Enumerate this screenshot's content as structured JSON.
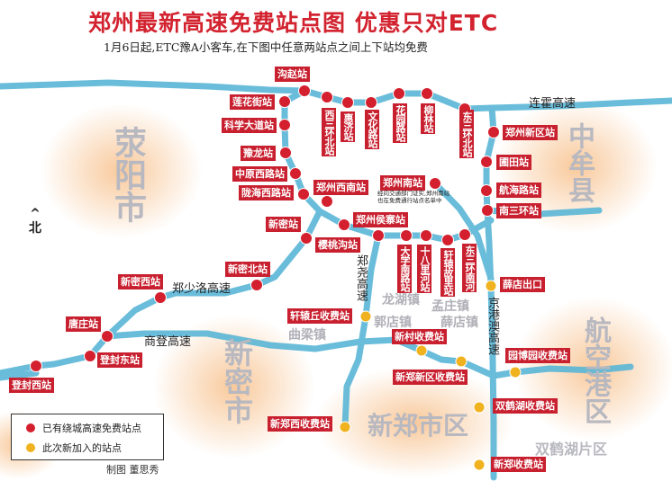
{
  "header": {
    "title": "郑州最新高速免费站点图  优惠只对ETC",
    "subtitle": "1月6日起,ETC豫A小客车,在下图中任意两站点之间上下站均免费"
  },
  "colors": {
    "title": "#d2232f",
    "station_label": "#c8202f",
    "existing_dot": "#d4202e",
    "new_dot": "#f0b21e",
    "road": "#5ab6d6",
    "region_text": "#b8b8c0"
  },
  "north": {
    "arrow": "^",
    "label": "北"
  },
  "stations_existing": [
    {
      "name": "沟赵站"
    },
    {
      "name": "莲花街站"
    },
    {
      "name": "科学大道站"
    },
    {
      "name": "豫龙站"
    },
    {
      "name": "中原西路站"
    },
    {
      "name": "陇海西路站"
    },
    {
      "name": "郑州西南站"
    },
    {
      "name": "新密站"
    },
    {
      "name": "樱桃沟站"
    },
    {
      "name": "郑州侯寨站"
    },
    {
      "name": "郑州南站"
    },
    {
      "name": "西三环北站"
    },
    {
      "name": "惠济站"
    },
    {
      "name": "文化路站"
    },
    {
      "name": "花园路站"
    },
    {
      "name": "柳林站"
    },
    {
      "name": "东三环北站"
    },
    {
      "name": "郑州新区站"
    },
    {
      "name": "圃田站"
    },
    {
      "name": "航海路站"
    },
    {
      "name": "南三环站"
    },
    {
      "name": "大学南路站"
    },
    {
      "name": "十八里河站"
    },
    {
      "name": "轩辕故里站"
    },
    {
      "name": "东三环南河"
    },
    {
      "name": "新密北站"
    },
    {
      "name": "新密西站"
    },
    {
      "name": "唐庄站"
    },
    {
      "name": "登封东站"
    },
    {
      "name": "登封西站"
    }
  ],
  "stations_new": [
    {
      "name": "薛店出口"
    },
    {
      "name": "轩辕丘收费站"
    },
    {
      "name": "新村收费站"
    },
    {
      "name": "新郑新区收费站"
    },
    {
      "name": "园博园收费站"
    },
    {
      "name": "双鹤湖收费站"
    },
    {
      "name": "新郑西收费站"
    },
    {
      "name": "新郑收费站"
    }
  ],
  "note": "经向交通部门证实,郑州南站也在免费通行站点名单中",
  "highways": [
    "连霍高速",
    "郑少洛高速",
    "商登高速",
    "郑尧高速",
    "京港澳高速"
  ],
  "regions": [
    "荥阳市",
    "中牟县",
    "新密市",
    "航空港区",
    "新郑市区",
    "双鹤湖片区"
  ],
  "towns": [
    "龙湖镇",
    "孟庄镇",
    "郭店镇",
    "薛店镇",
    "曲梁镇"
  ],
  "legend": [
    {
      "label": "已有绕城高速免费站点",
      "color": "#d4202e"
    },
    {
      "label": "此次新加入的站点",
      "color": "#f0b21e"
    }
  ],
  "credit": "制图  董思秀"
}
